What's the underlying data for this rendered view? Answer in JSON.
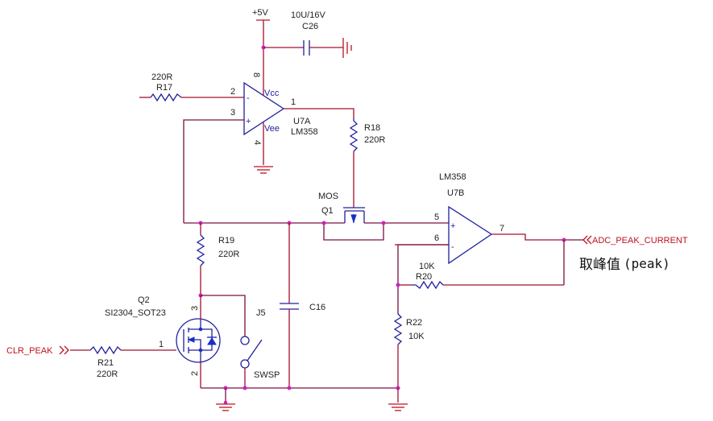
{
  "schematic": {
    "power": {
      "label": "+5V"
    },
    "c26": {
      "ref": "C26",
      "value": "10U/16V"
    },
    "r17": {
      "ref": "R17",
      "value": "220R"
    },
    "u7a": {
      "ref": "U7A",
      "part": "LM358",
      "vcc": "Vcc",
      "vee": "Vee",
      "pins": {
        "inv": "2",
        "noninv": "3",
        "out": "1",
        "vplus": "8",
        "vminus": "4"
      },
      "sym_minus": "-",
      "sym_plus": "+"
    },
    "r18": {
      "ref": "R18",
      "value": "220R"
    },
    "q1": {
      "ref": "Q1",
      "type": "MOS"
    },
    "u7b": {
      "ref": "U7B",
      "part": "LM358",
      "pins": {
        "noninv": "5",
        "inv": "6",
        "out": "7"
      },
      "sym_minus": "-",
      "sym_plus": "+"
    },
    "r20": {
      "ref": "R20",
      "value": "10K"
    },
    "r22": {
      "ref": "R22",
      "value": "10K"
    },
    "r19": {
      "ref": "R19",
      "value": "220R"
    },
    "c16": {
      "ref": "C16"
    },
    "j5": {
      "ref": "J5",
      "type": "SWSP"
    },
    "q2": {
      "ref": "Q2",
      "part": "SI2304_SOT23",
      "pins": {
        "gate": "1",
        "drain": "3",
        "source": "2"
      }
    },
    "r21": {
      "ref": "R21",
      "value": "220R"
    },
    "ports": {
      "clr_peak": "CLR_PEAK",
      "adc_peak_current": "ADC_PEAK_CURRENT"
    },
    "annotation": {
      "cjk": "取峰值",
      "latin": "(peak)"
    }
  }
}
